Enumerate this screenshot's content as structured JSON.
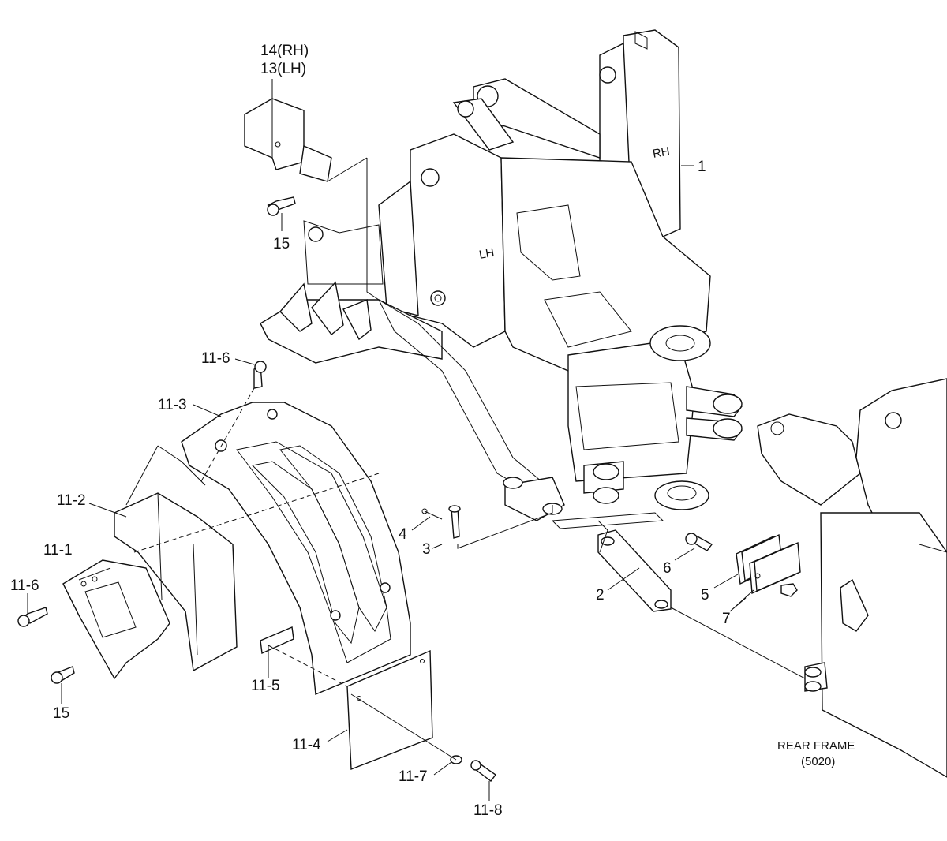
{
  "callouts": {
    "p1": "1",
    "p2": "2",
    "p3": "3",
    "p4": "4",
    "p5": "5",
    "p6": "6",
    "p7": "7",
    "p11_1": "11-1",
    "p11_2": "11-2",
    "p11_3": "11-3",
    "p11_4": "11-4",
    "p11_5": "11-5",
    "p11_6_top": "11-6",
    "p11_6_left": "11-6",
    "p11_7": "11-7",
    "p11_8": "11-8",
    "p13": "13(LH)",
    "p14": "14(RH)",
    "p15_top": "15",
    "p15_bottom": "15"
  },
  "frame_marks": {
    "rh": "RH",
    "lh": "LH"
  },
  "rear_frame": {
    "title": "REAR FRAME",
    "code": "(5020)"
  }
}
